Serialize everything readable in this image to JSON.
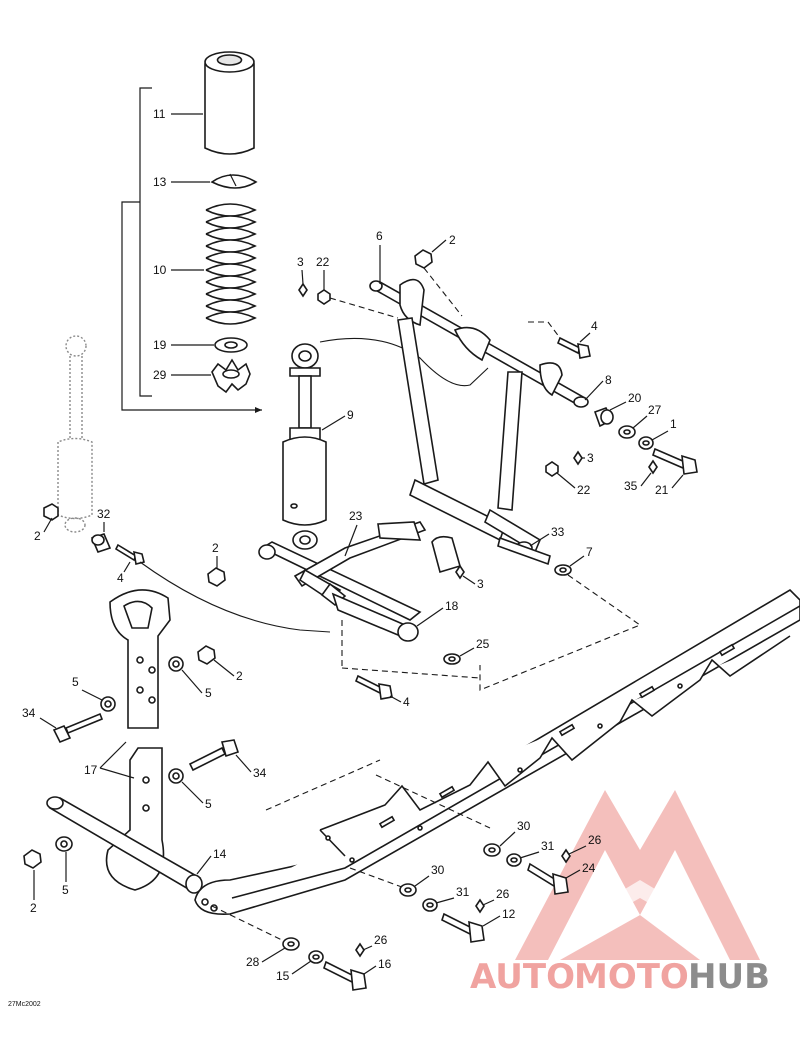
{
  "drawing_code": "27Mc2002",
  "callouts": {
    "c11": "11",
    "c13": "13",
    "c10": "10",
    "c19": "19",
    "c29": "29",
    "c3a": "3",
    "c22a": "22",
    "c6": "6",
    "c2a": "2",
    "c4a": "4",
    "c8": "8",
    "c20": "20",
    "c27": "27",
    "c1": "1",
    "c3b": "3",
    "c22b": "22",
    "c35": "35",
    "c21": "21",
    "c9": "9",
    "c33": "33",
    "c7": "7",
    "c23": "23",
    "c2b": "2",
    "c3c": "3",
    "c18": "18",
    "c25": "25",
    "c4b": "4",
    "c2c": "2",
    "c32": "32",
    "c4c": "4",
    "c2d": "2",
    "c5a": "5",
    "c5b": "5",
    "c34a": "34",
    "c17": "17",
    "c34b": "34",
    "c5c": "5",
    "c14": "14",
    "c2e": "2",
    "c5d": "5",
    "c30a": "30",
    "c31a": "31",
    "c26a": "26",
    "c24": "24",
    "c30b": "30",
    "c31b": "31",
    "c26b": "26",
    "c12": "12",
    "c28": "28",
    "c15": "15",
    "c26c": "26",
    "c16": "16"
  },
  "watermark": {
    "text_auto": "AUTO",
    "text_moto": "MOTO",
    "text_hub": "HUB",
    "color_primary": "#f0a3a0",
    "color_secondary": "#8c8c8c"
  }
}
